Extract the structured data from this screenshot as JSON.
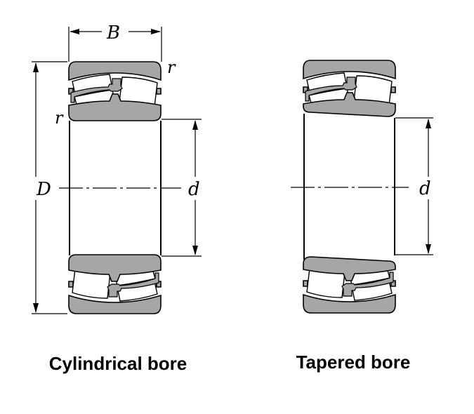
{
  "figures": [
    {
      "caption": "Cylindrical bore",
      "labels": {
        "width": "B",
        "outer_diameter": "D",
        "bore_diameter": "d",
        "chamfer_top": "r",
        "chamfer_left": "r"
      }
    },
    {
      "caption": "Tapered bore",
      "labels": {
        "bore_diameter": "d"
      }
    }
  ],
  "colors": {
    "ring_fill": "#a6a6a6",
    "line": "#000000",
    "background": "#ffffff"
  }
}
